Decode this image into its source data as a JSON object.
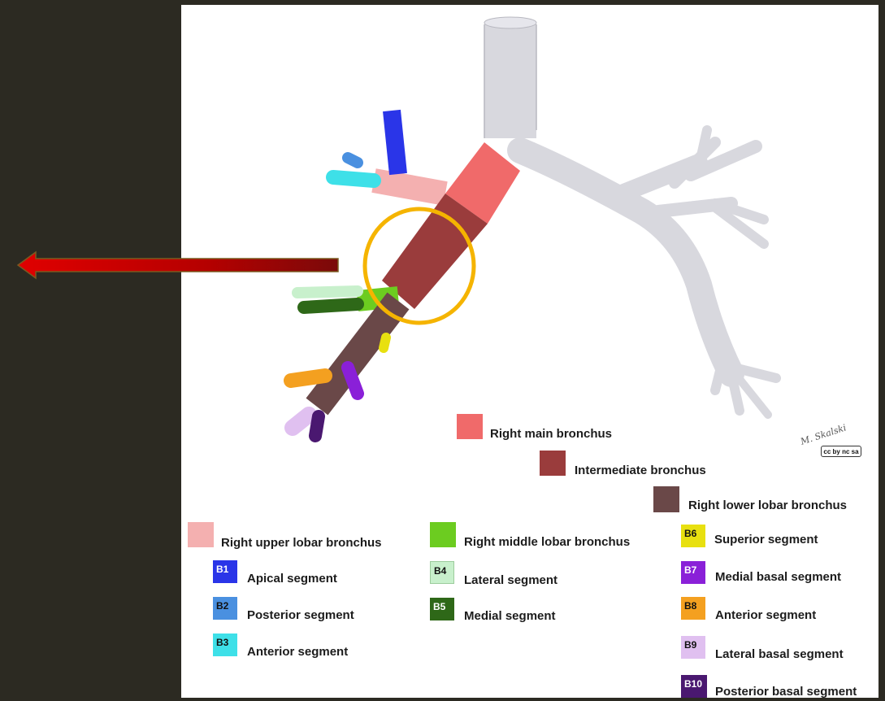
{
  "colors": {
    "right_main": "#f06a6a",
    "intermediate": "#9a3c3c",
    "lower_lobar": "#6a4848",
    "upper_lobar": "#f4b0b0",
    "middle_lobar": "#6ccc20",
    "b1": "#2a35e8",
    "b2": "#4a90e0",
    "b3": "#3ee0e8",
    "b4": "#c8f0cc",
    "b5": "#2e6818",
    "b6": "#e8e010",
    "b7": "#8a20d8",
    "b8": "#f4a020",
    "b9": "#e0c0f0",
    "b10": "#4a1870",
    "highlight": "#f5b400",
    "arrow": "#cc0000"
  },
  "legend": {
    "right_main": "Right main bronchus",
    "intermediate": "Intermediate bronchus",
    "lower_lobar": "Right lower lobar bronchus",
    "upper_lobar": "Right upper lobar bronchus",
    "middle_lobar": "Right middle lobar bronchus",
    "segments": {
      "b1": {
        "code": "B1",
        "label": "Apical segment"
      },
      "b2": {
        "code": "B2",
        "label": "Posterior segment"
      },
      "b3": {
        "code": "B3",
        "label": "Anterior segment"
      },
      "b4": {
        "code": "B4",
        "label": "Lateral segment"
      },
      "b5": {
        "code": "B5",
        "label": "Medial segment"
      },
      "b6": {
        "code": "B6",
        "label": "Superior segment"
      },
      "b7": {
        "code": "B7",
        "label": "Medial basal segment"
      },
      "b8": {
        "code": "B8",
        "label": "Anterior segment"
      },
      "b9": {
        "code": "B9",
        "label": "Lateral basal segment"
      },
      "b10": {
        "code": "B10",
        "label": "Posterior basal segment"
      }
    }
  },
  "signature": "M. Skalski",
  "license_badge": "cc by nc sa"
}
